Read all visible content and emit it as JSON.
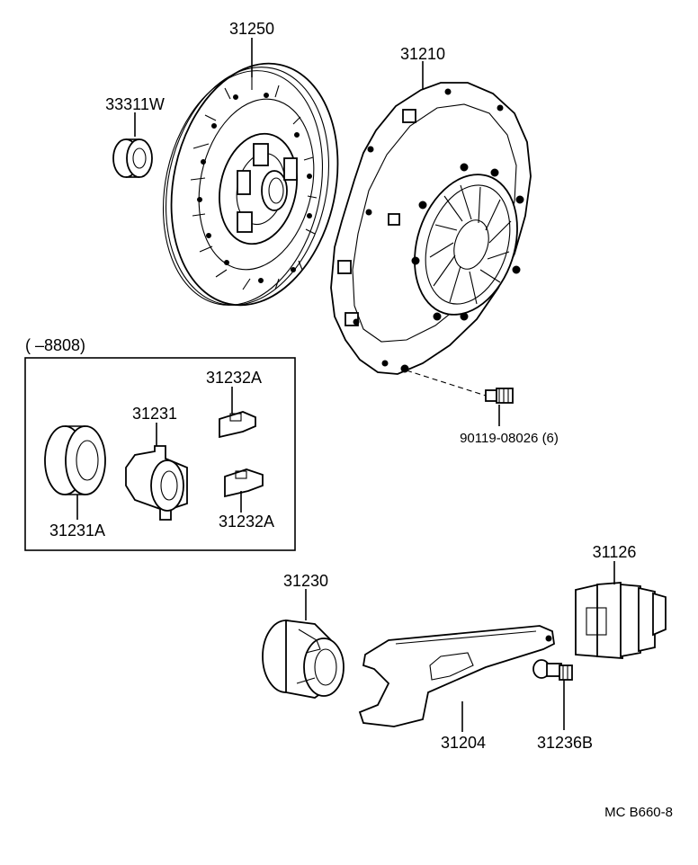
{
  "parts": {
    "clutch_disc": "31250",
    "pilot_bearing": "33311W",
    "clutch_cover": "31210",
    "cover_bolt": "90119-08026 (6)",
    "range_note": "(        –8808)",
    "hub": "31231",
    "clip_top": "31232A",
    "release_bearing": "31231A",
    "clip_bottom": "31232A",
    "bearing_assy": "31230",
    "boot": "31126",
    "release_fork": "31204",
    "pivot_stud": "31236B"
  },
  "diagram_code": "MC  B660-8"
}
